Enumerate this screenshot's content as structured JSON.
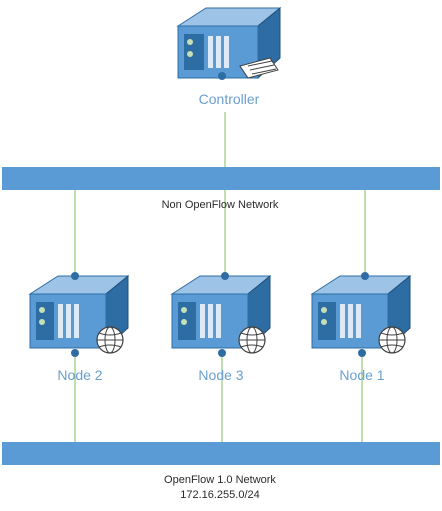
{
  "controller": {
    "label": "Controller"
  },
  "networks": {
    "non_openflow": {
      "label": "Non OpenFlow Network"
    },
    "openflow": {
      "label": "OpenFlow 1.0 Network",
      "subnet": "172.16.255.0/24"
    }
  },
  "nodes": [
    {
      "label": "Node 2"
    },
    {
      "label": "Node 3"
    },
    {
      "label": "Node 1"
    }
  ],
  "colors": {
    "network_bar": "#5b9bd5",
    "link": "#7fbf5f",
    "server_light": "#9dc3e6",
    "server_mid": "#5b9bd5",
    "server_dark": "#2e6da4",
    "label_blue": "#6a9fd0"
  },
  "icons": {
    "controller": "server-keyboard-icon",
    "node": "server-globe-icon"
  }
}
